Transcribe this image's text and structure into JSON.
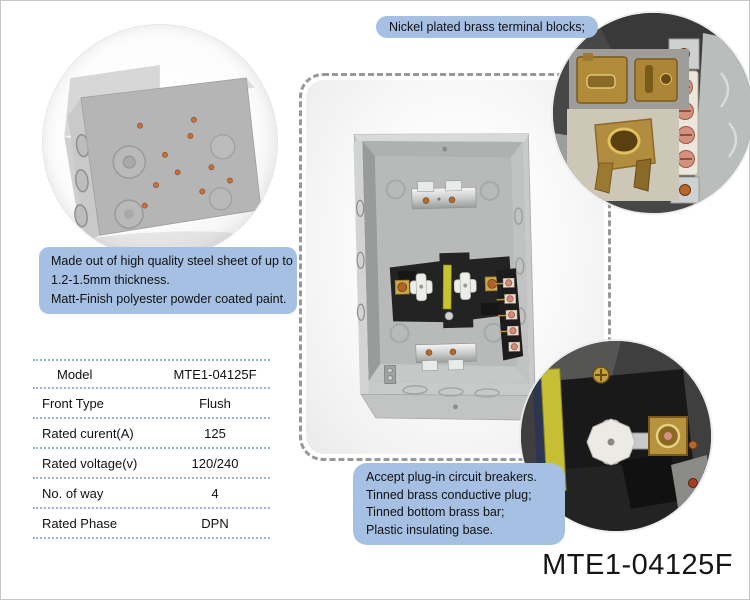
{
  "callouts": {
    "terminal_blocks": "Nickel plated brass terminal blocks;",
    "steel_sheet": {
      "line1": "Made out of high quality steel sheet of up to",
      "line2": "1.2-1.5mm thickness.",
      "line3": "Matt-Finish polyester powder coated paint."
    },
    "breakers": {
      "line1": "Accept plug-in circuit breakers.",
      "line2": "Tinned brass conductive plug;",
      "line3": "Tinned bottom brass bar;",
      "line4": "Plastic insulating base."
    }
  },
  "spec_table": {
    "rows": [
      {
        "label": "Model",
        "value": "MTE1-04125F"
      },
      {
        "label": "Front Type",
        "value": "Flush"
      },
      {
        "label": "Rated curent(A)",
        "value": "125"
      },
      {
        "label": "Rated voltage(v)",
        "value": "120/240"
      },
      {
        "label": "No. of way",
        "value": "4"
      },
      {
        "label": "Rated Phase",
        "value": "DPN"
      }
    ]
  },
  "model_label": "MTE1-04125F",
  "colors": {
    "callout_bg": "#a6c0e3",
    "dashed_border": "#989898",
    "dotted_line": "#96b0d8",
    "text": "#111111"
  }
}
